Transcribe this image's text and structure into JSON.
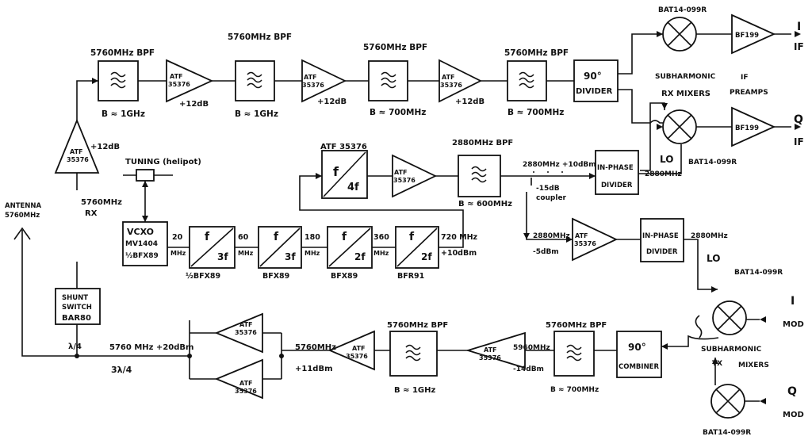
{
  "bpf": {
    "label": "5760MHz BPF",
    "bw1": "B ≈ 1GHz",
    "bw2": "B ≈ 700MHz"
  },
  "bpf2880": {
    "label": "2880MHz BPF",
    "bw": "B ≈ 600MHz"
  },
  "atf": {
    "l1": "ATF",
    "l2": "35376",
    "gain": "+12dB"
  },
  "atf_top": "ATF 35376",
  "div90": {
    "l1": "90°",
    "l2": "DIVIDER"
  },
  "comb90": {
    "l1": "90°",
    "l2": "COMBINER"
  },
  "ipd": {
    "l1": "IN-PHASE",
    "l2": "DIVIDER"
  },
  "bf199": "BF199",
  "out": {
    "i": "I",
    "q": "Q",
    "if": "IF"
  },
  "mod": {
    "i": "I",
    "q": "Q",
    "mod": "MOD"
  },
  "bat": {
    "top": "BAT14-099R",
    "mid": "BAT14 -\n099R"
  },
  "rx_mixers": {
    "l1": "SUBHARMONIC",
    "l2": "RX MIXERS"
  },
  "tx_mixers": {
    "l1": "SUBHARMONIC",
    "l2": "TX",
    "l3": "MIXERS"
  },
  "if_preamps": {
    "l1": "IF",
    "l2": "PREAMPS"
  },
  "lo": "LO",
  "rx_lo": {
    "freq": "2880MHz +10dBm",
    "label": "2880MHz"
  },
  "coupler": {
    "l1": "-15dB",
    "l2": "coupler"
  },
  "tx_lo": {
    "freq": "2880MHz",
    "level": "-5dBm",
    "out": "2880MHz"
  },
  "tuning": "TUNING (helipot)",
  "vcxo": {
    "l1": "VCXO",
    "l2": "MV1404",
    "l3": "½BFX89"
  },
  "mult": {
    "f": "f",
    "m1": "3f",
    "m2": "3f",
    "m3": "2f",
    "m4": "2f",
    "m5": "4f"
  },
  "tr": {
    "t1": "½BFX89",
    "t2": "BFX89",
    "t3": "BFX89",
    "t4": "BFR91"
  },
  "freqs": {
    "f1": "20",
    "f2": "60",
    "f3": "180",
    "f4": "360",
    "f5": "720 MHz",
    "unit": "MHz",
    "lvl": "+10dBm"
  },
  "antenna": {
    "l1": "ANTENNA",
    "l2": "5760MHz"
  },
  "switch": {
    "l1": "SHUNT",
    "l2": "SWITCH",
    "l3": "BAR80"
  },
  "rx": {
    "l1": "5760MHz",
    "l2": "RX"
  },
  "tx_pa": {
    "freq": "5760 MHz +20dBm",
    "lambda4": "λ/4",
    "lambda34": "3λ/4"
  },
  "tx_drv": {
    "freq": "5760MHz",
    "lvl": "+11dBm"
  },
  "tx_in": {
    "freq": "5960MHz",
    "lvl": "-14dBm"
  }
}
